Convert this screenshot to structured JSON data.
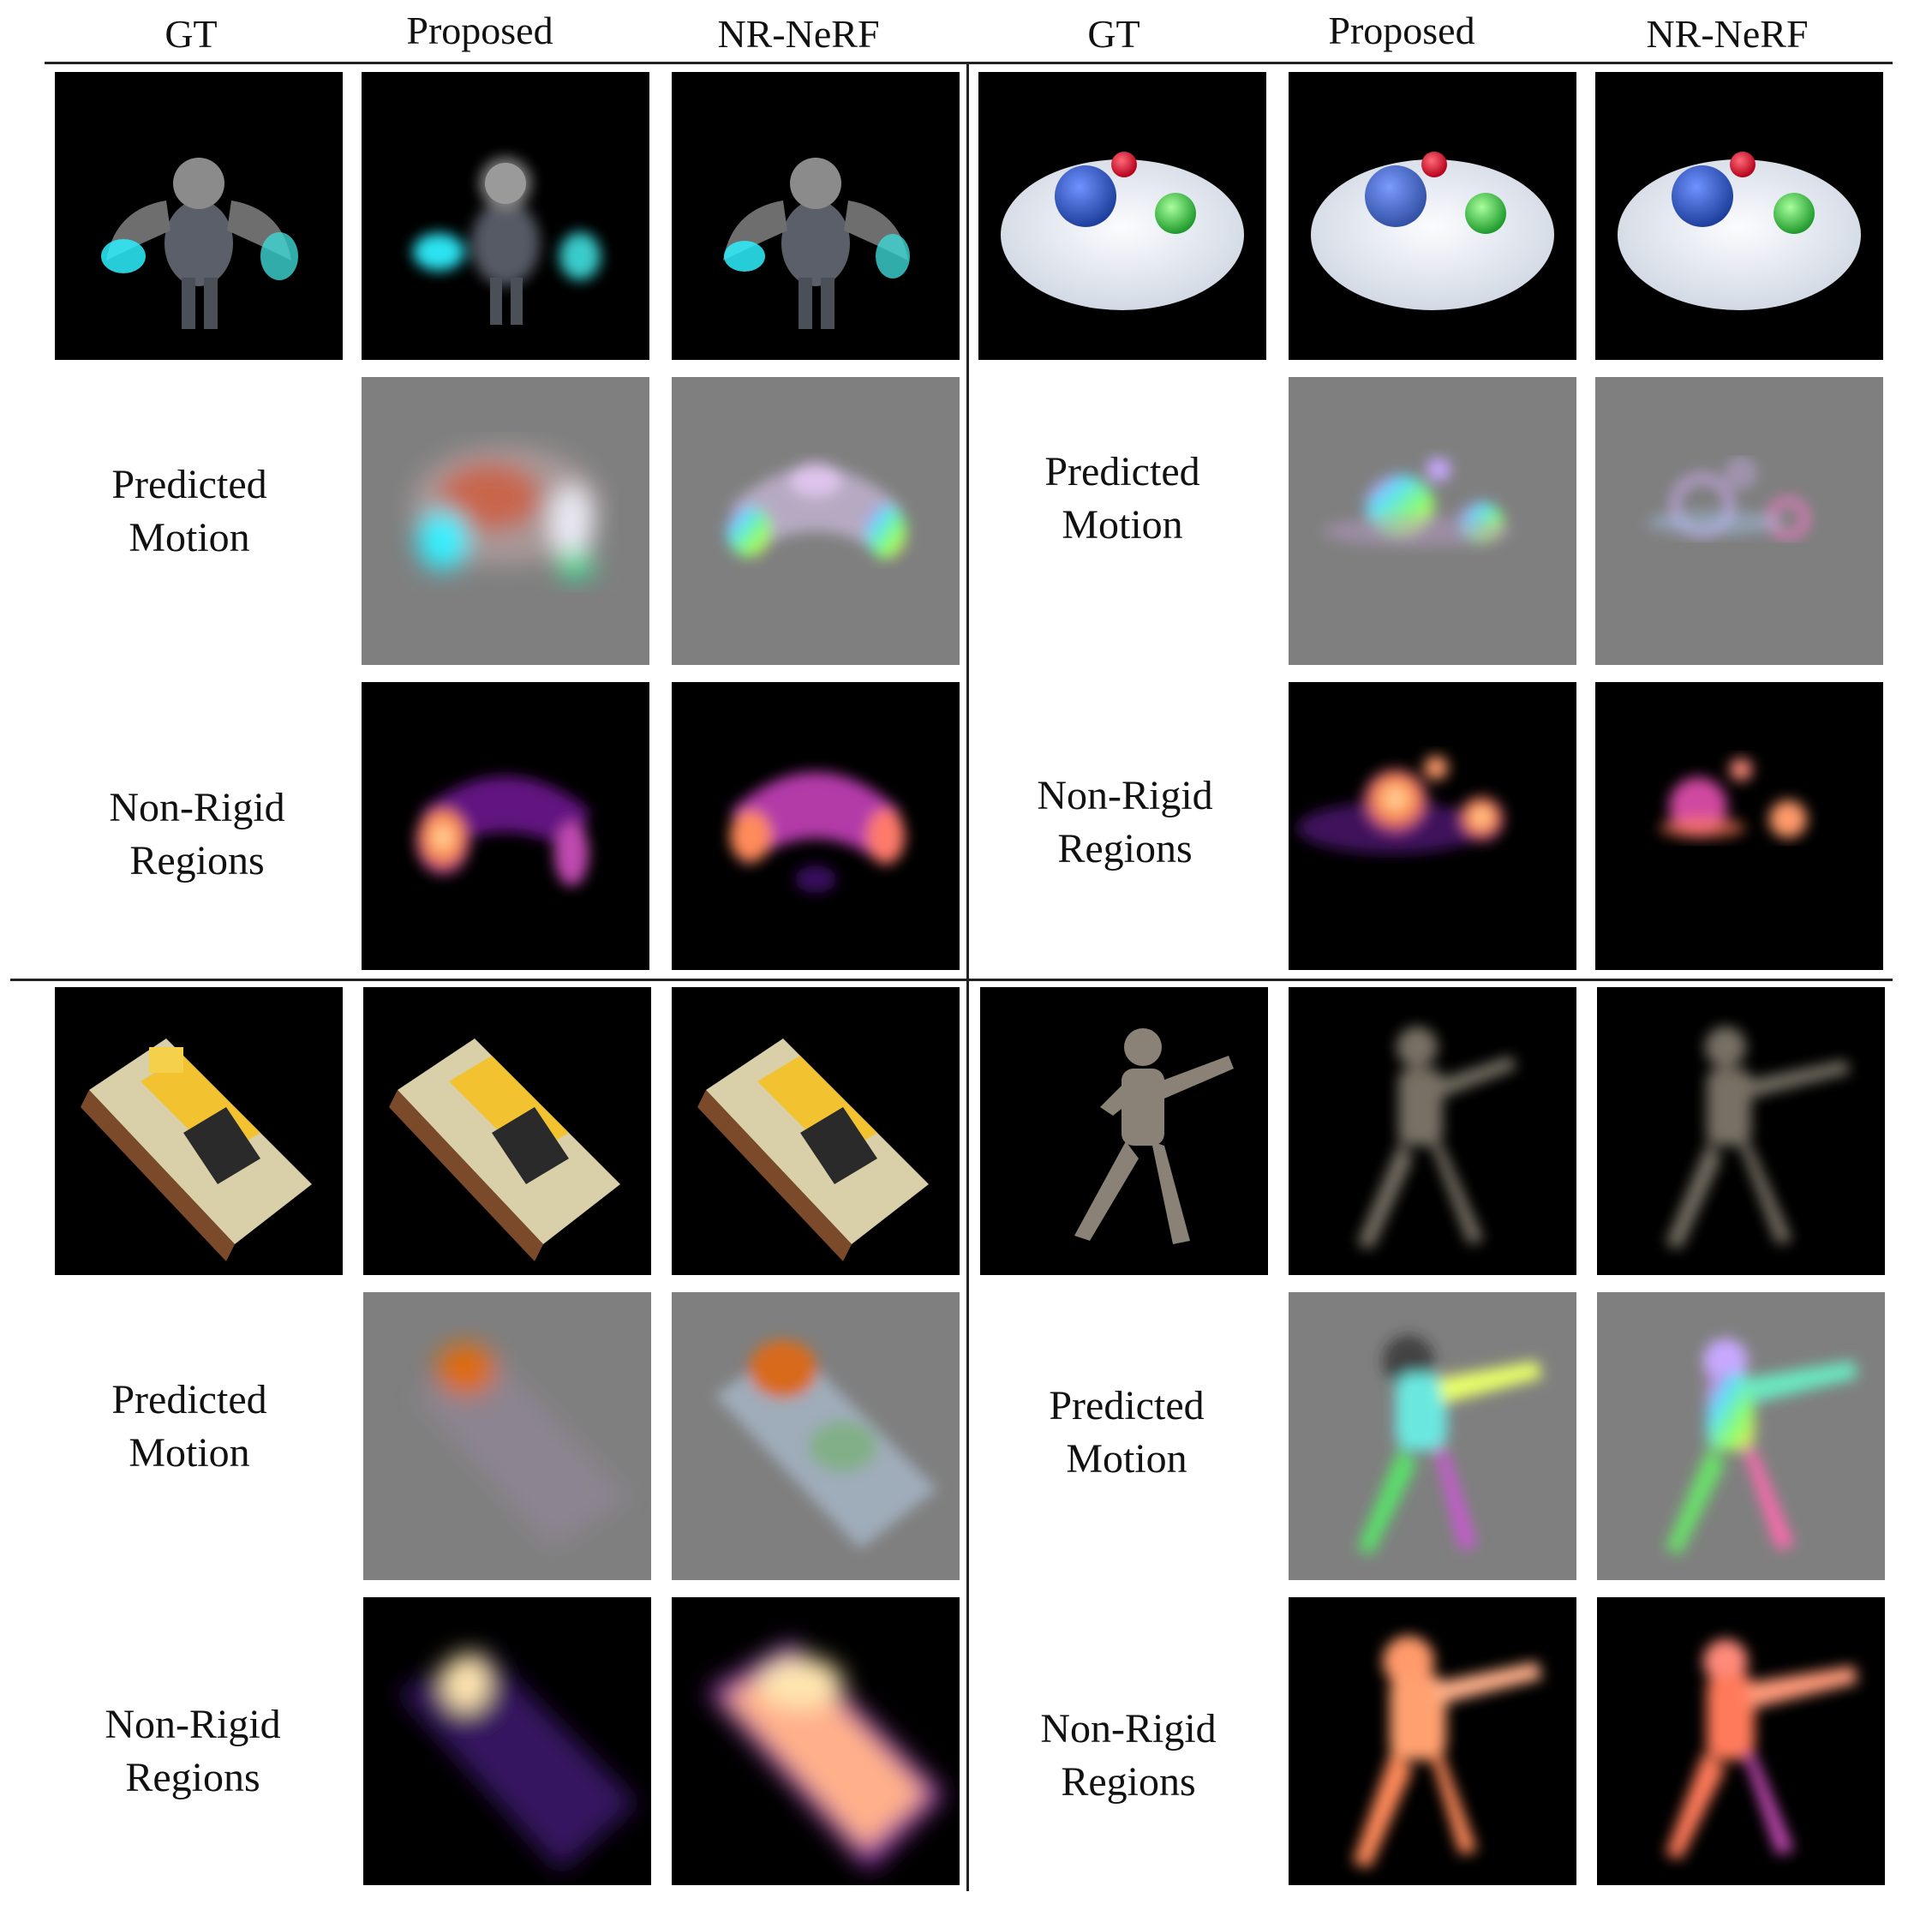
{
  "headers": {
    "left": [
      "GT",
      "Proposed",
      "NR-NeRF"
    ],
    "right": [
      "GT",
      "Proposed",
      "NR-NeRF"
    ]
  },
  "row_labels": {
    "motion": [
      "Predicted",
      "Motion"
    ],
    "nonrigid": [
      "Non-Rigid",
      "Regions"
    ]
  },
  "scenes": [
    "mutant",
    "bouncing-balls",
    "lego",
    "jumping-jacks"
  ],
  "colors": {
    "black": "#000000",
    "gray": "#7f7f7f",
    "lego_yellow": "#f2c230",
    "ball_blue": "#2a55c8",
    "ball_red": "#e0102a",
    "ball_green": "#3ed24a",
    "heat_hot": "#ffd39a",
    "heat_mid": "#ff7a4a",
    "heat_low": "#8a2aa8"
  }
}
